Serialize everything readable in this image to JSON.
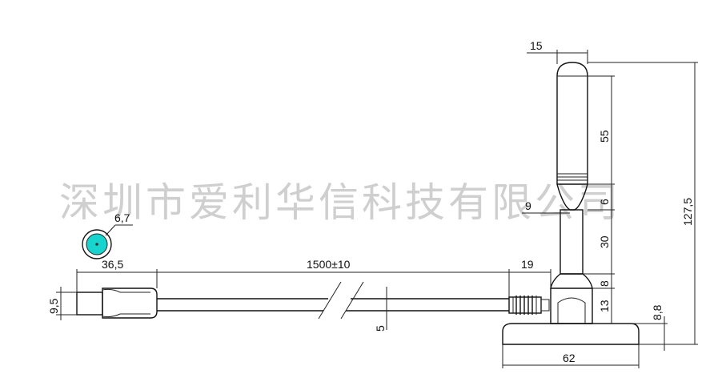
{
  "watermark": "深圳市爱利华信科技有限公司",
  "dimensions": {
    "antenna_width": "15",
    "whip_length": "55",
    "ring_length": "6",
    "neck_width": "9",
    "neck_length": "30",
    "collar_length": "8",
    "base_height": "13",
    "total_height": "127,5",
    "base_thickness": "8,8",
    "base_diameter": "62",
    "cable_length": "1500±10",
    "strain_relief_length": "19",
    "cable_diameter": "5",
    "connector_length": "36,5",
    "connector_diameter": "9,5",
    "pin_diameter": "6,7"
  },
  "colors": {
    "pin_fill": "#17d4cf",
    "line": "#222222",
    "watermark": "#cfcfcf"
  }
}
